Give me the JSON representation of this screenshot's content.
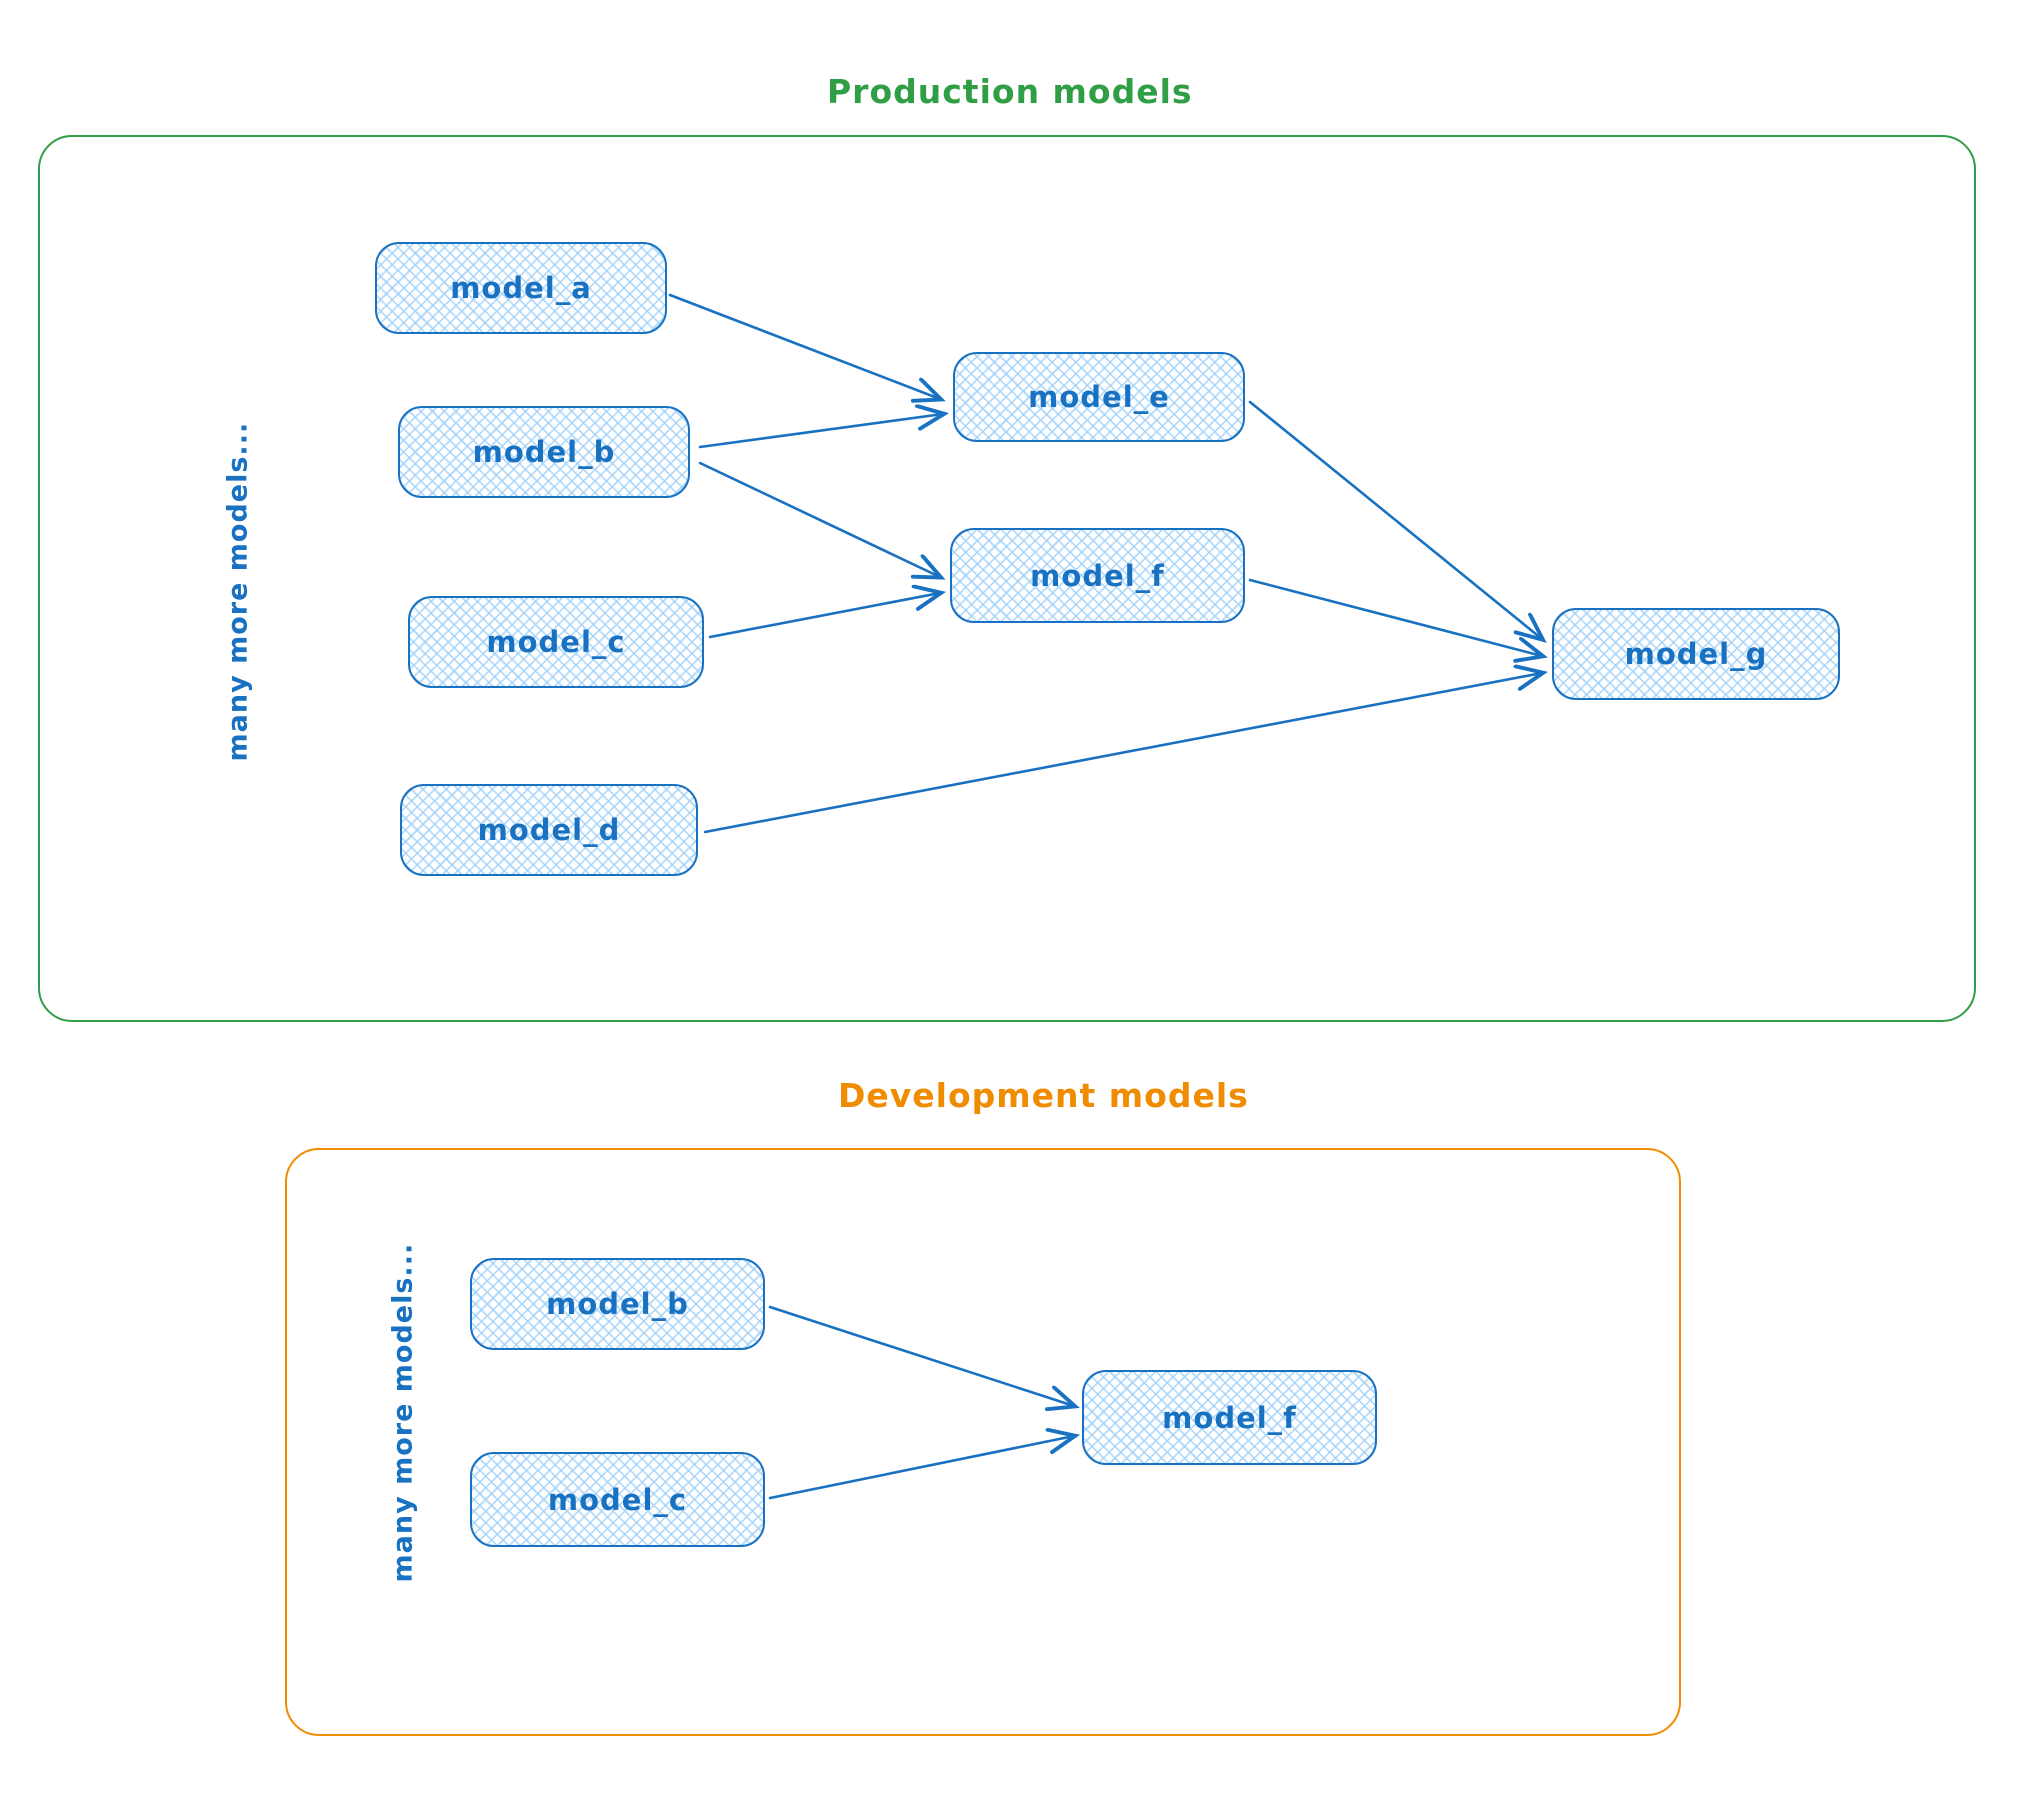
{
  "colors": {
    "node_stroke": "#1971c2",
    "node_fill_hatch": "#a5d8ff",
    "production_accent": "#2f9e44",
    "development_accent": "#f08c00"
  },
  "production": {
    "title": "Production models",
    "side_label": "many more models...",
    "nodes": {
      "model_a": "model_a",
      "model_b": "model_b",
      "model_c": "model_c",
      "model_d": "model_d",
      "model_e": "model_e",
      "model_f": "model_f",
      "model_g": "model_g"
    },
    "edges": [
      "model_a -> model_e",
      "model_b -> model_e",
      "model_b -> model_f",
      "model_c -> model_f",
      "model_e -> model_g",
      "model_f -> model_g",
      "model_d -> model_g"
    ]
  },
  "development": {
    "title": "Development models",
    "side_label": "many more models...",
    "nodes": {
      "model_b": "model_b",
      "model_c": "model_c",
      "model_f": "model_f"
    },
    "edges": [
      "model_b -> model_f",
      "model_c -> model_f"
    ]
  }
}
